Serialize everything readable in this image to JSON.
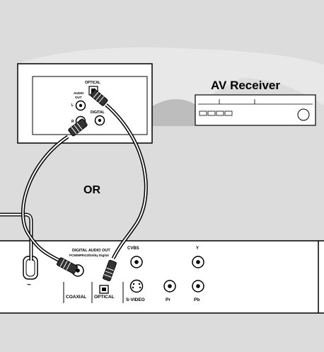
{
  "receiver": {
    "title": "AV Receiver",
    "audio_out_label": "AUDIO\nOUT",
    "optical_label": "OPTICAL",
    "digital_label": "DIGITAL",
    "left_label": "L",
    "right_label": "R"
  },
  "connector_word": "OR",
  "player": {
    "digital_audio_out": "DIGITAL AUDIO OUT",
    "formats": "PCM/MPEG2/Dolby Digital",
    "coaxial": "COAXIAL",
    "optical": "OPTICAL",
    "cvbs": "CVBS",
    "s_video": "S-VIDEO",
    "y": "Y",
    "pr": "Pr",
    "pb": "Pb",
    "power_symbol": "~"
  }
}
